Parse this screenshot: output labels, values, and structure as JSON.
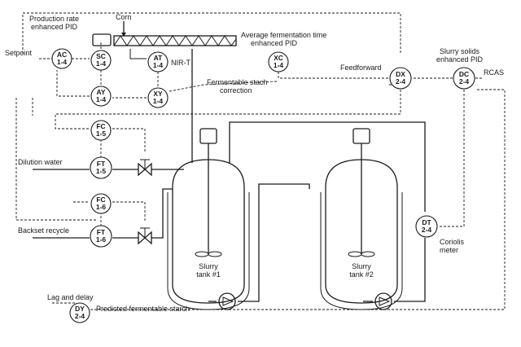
{
  "labels": {
    "corn": "Corn",
    "production_pid_line1": "Production rate",
    "production_pid_line2": "enhanced PID",
    "setpoint": "Setpoint",
    "nir_t": "NIR-T",
    "avg_ferm_line1": "Average fermentation time",
    "avg_ferm_line2": "enhanced PID",
    "fermentable_line1": "Fermentable stach",
    "fermentable_line2": "correction",
    "feedforward": "Feedforward",
    "slurry_solids_line1": "Slurry solids",
    "slurry_solids_line2": "enhanced PID",
    "rcas": "RCAS",
    "dilution_water": "Dilution water",
    "backset_recycle": "Backset recycle",
    "coriolis_line1": "Coriolis",
    "coriolis_line2": "meter",
    "tank1_line1": "Slurry",
    "tank1_line2": "tank #1",
    "tank2_line1": "Slurry",
    "tank2_line2": "tank #2",
    "lag_delay": "Lag and delay",
    "predicted_starch": "Predicted fermentable starch"
  },
  "instruments": {
    "ac": {
      "l1": "AC",
      "l2": "1-4"
    },
    "sc": {
      "l1": "SC",
      "l2": "1-4"
    },
    "at": {
      "l1": "AT",
      "l2": "1-4"
    },
    "ay": {
      "l1": "AY",
      "l2": "1-4"
    },
    "xy": {
      "l1": "XY",
      "l2": "1-4"
    },
    "xc": {
      "l1": "XC",
      "l2": "1-4"
    },
    "dx": {
      "l1": "DX",
      "l2": "2-4"
    },
    "dc": {
      "l1": "DC",
      "l2": "2-4"
    },
    "fc15": {
      "l1": "FC",
      "l2": "1-5"
    },
    "ft15": {
      "l1": "FT",
      "l2": "1-5"
    },
    "fc16": {
      "l1": "FC",
      "l2": "1-6"
    },
    "ft16": {
      "l1": "FT",
      "l2": "1-6"
    },
    "dt": {
      "l1": "DT",
      "l2": "2-4"
    },
    "dy": {
      "l1": "DY",
      "l2": "2-4"
    }
  }
}
